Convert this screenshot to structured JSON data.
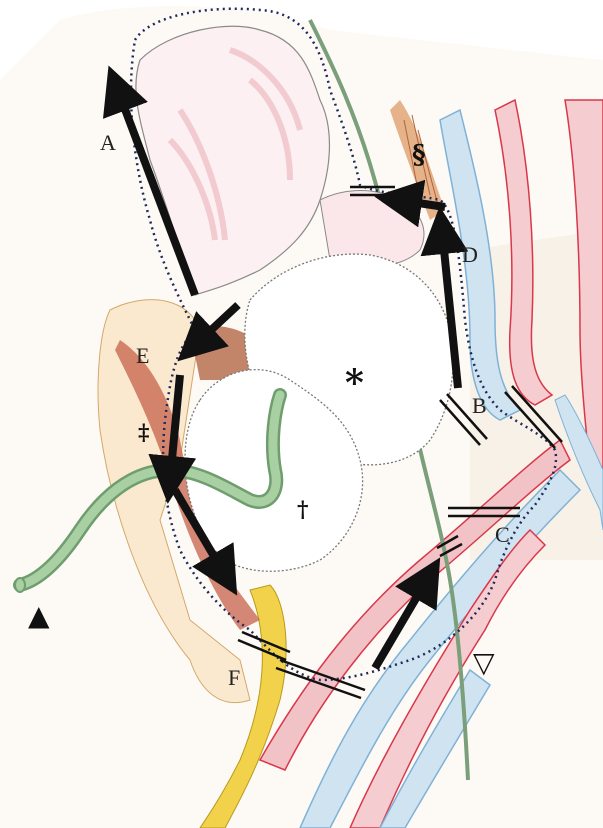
{
  "labels": {
    "A": "A",
    "B": "B",
    "C": "C",
    "D": "D",
    "E": "E",
    "F": "F"
  },
  "symbols": {
    "asterisk": "*",
    "dagger": "†",
    "double_dagger": "‡",
    "section": "§",
    "filled_triangle": "▲",
    "open_triangle": "▽"
  },
  "colors": {
    "artery": "#d9374a",
    "vein": "#7fb2d6",
    "nerve_yellow": "#f1d24a",
    "muscle": "#c7604a",
    "tube_green": "#8fbf8a",
    "dotted_outline": "#1f2a5a",
    "arrow": "#111111"
  }
}
